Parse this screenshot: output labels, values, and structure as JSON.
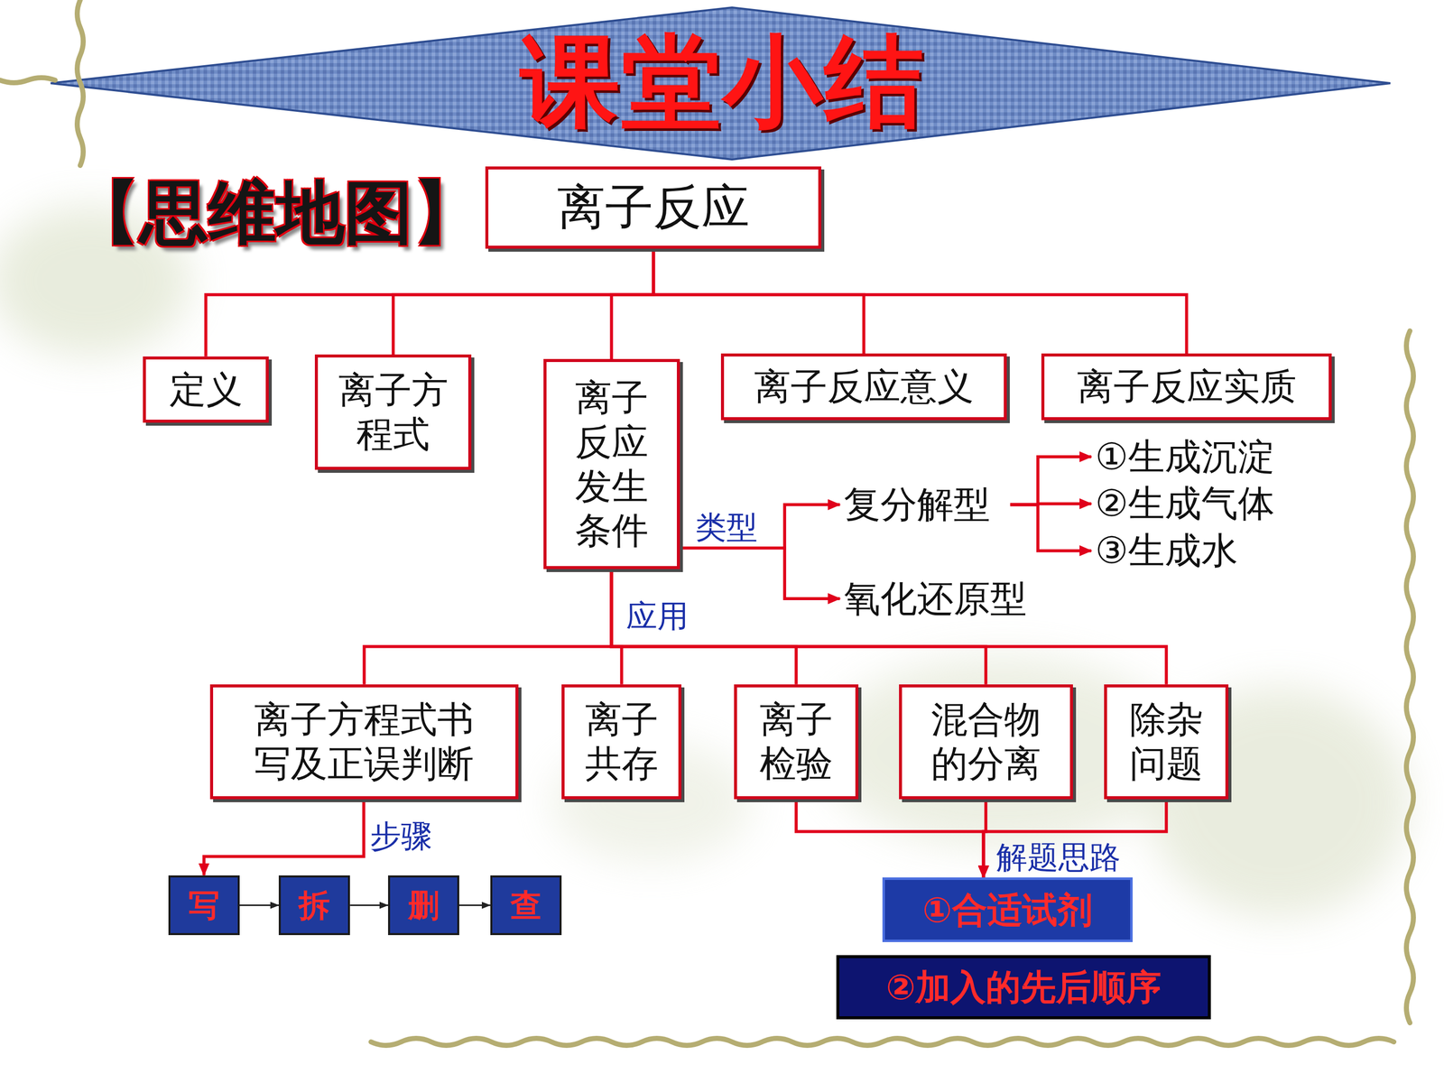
{
  "diagram": {
    "title": "课堂小结",
    "nodes": [
      {
        "text": [
          "离子反应"
        ]
      },
      {
        "text": [
          "定义"
        ]
      },
      {
        "text": [
          "离子方程式"
        ]
      },
      {
        "text": [
          "离子反应发生条件"
        ]
      },
      {
        "text": [
          "离子反应意义"
        ]
      },
      {
        "text": [
          "离子反应实质"
        ]
      },
      {
        "text": [
          "复分解型"
        ]
      },
      {
        "text": [
          "①生成沉淀"
        ]
      },
      {
        "text": [
          "②生成气体"
        ]
      },
      {
        "text": [
          "③生成水"
        ]
      },
      {
        "text": [
          "氧化还原型"
        ]
      },
      {
        "text": [
          "离子方程式书写及正误判断"
        ]
      },
      {
        "text": [
          "离子共存"
        ]
      },
      {
        "text": [
          "离子检验"
        ]
      },
      {
        "text": [
          "混合物的分离"
        ]
      },
      {
        "text": [
          "除杂问题"
        ]
      },
      {
        "text": [
          "写"
        ]
      },
      {
        "text": [
          "拆"
        ]
      },
      {
        "text": [
          "删"
        ]
      },
      {
        "text": [
          "查"
        ]
      },
      {
        "text": [
          "①合适试剂"
        ]
      },
      {
        "text": [
          "②加入的先后顺序"
        ]
      }
    ],
    "edges": [
      {
        "from": 0,
        "to": 1,
        "arrow": "none"
      },
      {
        "from": 0,
        "to": 2,
        "arrow": "none"
      },
      {
        "from": 0,
        "to": 3,
        "arrow": "none"
      },
      {
        "from": 0,
        "to": 4,
        "arrow": "none"
      },
      {
        "from": 0,
        "to": 5,
        "arrow": "none"
      },
      {
        "from": 3,
        "to": 6,
        "arrow": "to",
        "label": "类型"
      },
      {
        "from": 3,
        "to": 10,
        "arrow": "to"
      },
      {
        "from": 6,
        "to": 7,
        "arrow": "to"
      },
      {
        "from": 6,
        "to": 8,
        "arrow": "to"
      },
      {
        "from": 6,
        "to": 9,
        "arrow": "to"
      },
      {
        "from": 3,
        "to": 11,
        "arrow": "none",
        "label": "应用"
      },
      {
        "from": 3,
        "to": 12,
        "arrow": "none"
      },
      {
        "from": 3,
        "to": 13,
        "arrow": "none"
      },
      {
        "from": 3,
        "to": 14,
        "arrow": "none"
      },
      {
        "from": 3,
        "to": 15,
        "arrow": "none"
      },
      {
        "from": 11,
        "to": 16,
        "arrow": "to",
        "label": "步骤"
      },
      {
        "from": 16,
        "to": 17,
        "arrow": "to"
      },
      {
        "from": 17,
        "to": 18,
        "arrow": "to"
      },
      {
        "from": 18,
        "to": 19,
        "arrow": "to"
      },
      {
        "from": 13,
        "to": 20,
        "arrow": "to"
      },
      {
        "from": 14,
        "to": 20,
        "arrow": "to",
        "label": "解题思路"
      },
      {
        "from": 15,
        "to": 20,
        "arrow": "to"
      }
    ],
    "labels": [
      "【思维地图】"
    ]
  }
}
